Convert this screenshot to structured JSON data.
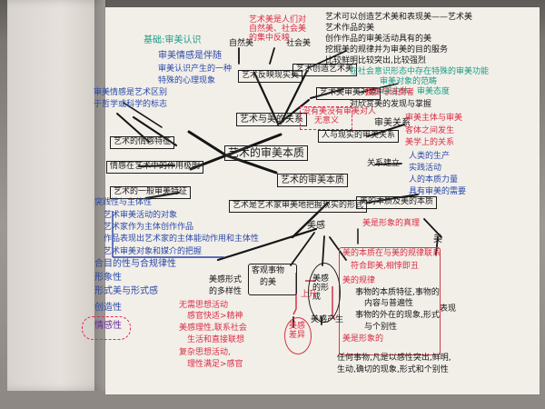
{
  "colors": {
    "paper": "#f2efe9",
    "black_ink": "#161616",
    "blue_ink": "#2b49a7",
    "red_ink": "#d92e44",
    "green_ink": "#1a9c84",
    "purple_ink": "#6a2ca0"
  },
  "center": {
    "title": "艺术的审美本质"
  },
  "top_left": {
    "heading": "基础:审美认识",
    "line1": "审美情感是伴随",
    "line2": "审美认识产生的一种",
    "line3": "特殊的心理现象"
  },
  "left_mid": {
    "line1": "审美情感是艺术区别",
    "line2": "于哲学或科学的标志"
  },
  "left_boxes": {
    "emotion": "艺术的情感特征",
    "role": "情感在艺术中的作用极明",
    "general": "艺术的一般审美特征"
  },
  "left_list": {
    "item1": "突践性与主体性",
    "item2": "艺术审美活动的对象",
    "item3": "艺术家作为主体创作作品",
    "item4": "作品表现出艺术家的主体能动作用和主体性",
    "item5": "艺术审美对象和媒介的把握",
    "item6": "合目的性与合规律性",
    "item7": "形象性",
    "item8": "形式美与形式感",
    "item9": "创造性",
    "item10": "情感性"
  },
  "top_center": {
    "natural": "自然美",
    "social": "社会美",
    "reflect": "艺术反映现实美",
    "create": "艺术创造艺术美",
    "relation": "艺术与美的关系",
    "pink_note": "艺术美是人们对自然美、社会美的集中反映"
  },
  "top_right_list": {
    "line1": "艺术可以创造艺术美和表现美——艺术美",
    "line2": "艺术作品的美",
    "line3": "创作作品的审美活动具有的美",
    "line4": "挖掘美的规律并为审美的目的服务",
    "line5": "比较鲜明比较突出,比较强烈"
  },
  "top_right_green": {
    "line1": "在社会意识形态中存在特殊的审美功能",
    "line2": "审美对象的范畴",
    "line3": "审美主体、审美态度"
  },
  "right_mid": {
    "object_box": "艺术美审美对象",
    "attitude": "接受与消费者",
    "practice": "对欣赏美的发现与掌握",
    "note1": "没有美没有审美对人",
    "note2": "无意义",
    "subject_link": "人与现实的审美关系",
    "aesthetic_relation": "审美关系",
    "subject_object": "审美主体与审美",
    "between": "客体之间发生",
    "relation_end": "美学上的关系",
    "establish": "关系建立"
  },
  "right_list": {
    "item1": "人类的生产",
    "item2": "实践活动",
    "item3": "人的本质力量",
    "item4": "具有审美的需要"
  },
  "middle_lower": {
    "aesthetic_essence": "艺术的审美本质",
    "expression": "艺术是艺术家审美地把握现实的形式",
    "essential_box": "美的本质及美的本质",
    "beauty_truth": "美是形象的真理",
    "feeling": "美感",
    "beauty": "美"
  },
  "bottom_center": {
    "form_label": "美感形式",
    "variety": "的多样性",
    "objective": "客观事物",
    "of_beauty": "的美",
    "aesthetic_form": "美感的形成",
    "generation": "美感产生",
    "difference": "美感差异",
    "upward": "上升"
  },
  "bottom_left": {
    "item1": "无需思想活动",
    "item2": "感官快适>精神",
    "item3": "美感理性,联系社会",
    "item4": "生活和直接联想",
    "item5": "复杂思想活动,",
    "item6": "理性满足>感官"
  },
  "bottom_right": {
    "item1": "美的本质在与美的规律联系",
    "item2": "符合即美,相悖即丑",
    "item3": "美的规律",
    "item4": "事物的本质特征,事物的",
    "item5": "内容与普遍性",
    "item6": "事物的外在的现象,形式",
    "item7": "与个别性",
    "item8": "美是形象的",
    "item9": "表现",
    "item10": "任何事物,凡是以感性突出,鲜明,",
    "item11": "生动,确切的现象,形式和个别性"
  }
}
